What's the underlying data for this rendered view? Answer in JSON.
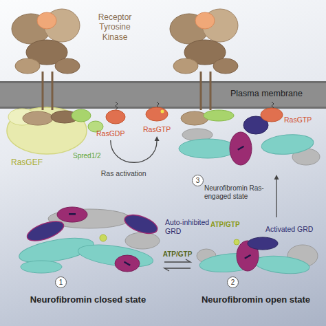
{
  "diagram": {
    "nodes": [
      {
        "text": [
          "Plasma membrane"
        ]
      },
      {
        "text": [
          "RasGDP"
        ]
      },
      {
        "text": [
          "RasGTP"
        ]
      },
      {
        "text": [
          "3",
          "Neurofibromin Ras-engaged state"
        ]
      },
      {
        "text": [
          "1",
          "Neurofibromin closed state"
        ]
      },
      {
        "text": [
          "2",
          "Neurofibromin open state"
        ]
      }
    ],
    "edges": [
      {
        "from": 1,
        "to": 2,
        "arrow": "to",
        "label": "Ras activation"
      },
      {
        "from": 4,
        "to": 5,
        "arrow": "both",
        "label": "ATP/GTP"
      },
      {
        "from": 5,
        "to": 3,
        "arrow": "to"
      }
    ],
    "labels": [
      "Receptor Tyrosine Kinase",
      "RasGEF",
      "Spred1/2",
      "RasGTP",
      "Auto-inhibited GRD",
      "ATP/GTP",
      "Activated GRD"
    ]
  }
}
